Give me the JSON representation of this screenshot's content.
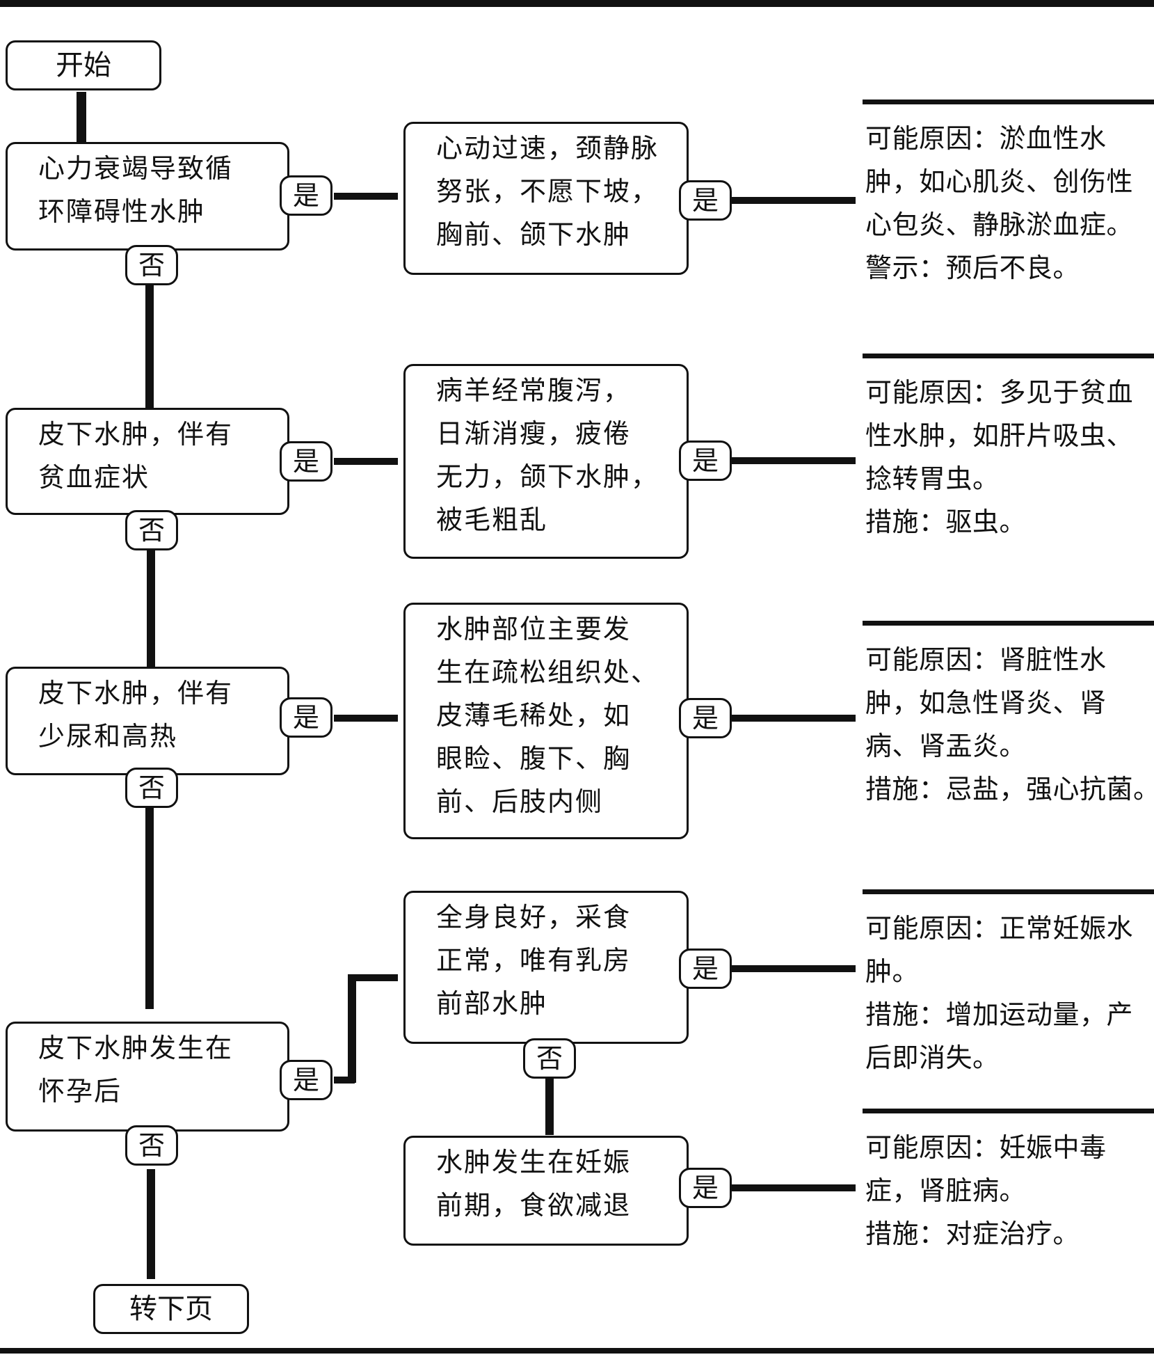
{
  "start": "开始",
  "end": "转下页",
  "yes": "是",
  "no": "否",
  "conditions": [
    {
      "lines": [
        "心力衰竭导致循",
        "环障碍性水肿"
      ]
    },
    {
      "lines": [
        "皮下水肿，伴有",
        "贫血症状"
      ]
    },
    {
      "lines": [
        "皮下水肿，伴有",
        "少尿和高热"
      ]
    },
    {
      "lines": [
        "皮下水肿发生在",
        "怀孕后"
      ]
    }
  ],
  "symptoms": [
    {
      "lines": [
        "心动过速，颈静脉",
        "努张，不愿下坡，",
        "胸前、颌下水肿"
      ]
    },
    {
      "lines": [
        "病羊经常腹泻，",
        "日渐消瘦，疲倦",
        "无力，颌下水肿，",
        "被毛粗乱"
      ]
    },
    {
      "lines": [
        "水肿部位主要发",
        "生在疏松组织处、",
        "皮薄毛稀处，如",
        "眼睑、腹下、胸",
        "前、后肢内侧"
      ]
    },
    {
      "lines": [
        "全身良好，采食",
        "正常，唯有乳房",
        "前部水肿"
      ]
    },
    {
      "lines": [
        "水肿发生在妊娠",
        "前期，食欲减退"
      ]
    }
  ],
  "results": [
    {
      "lines": [
        "可能原因：淤血性水",
        "肿，如心肌炎、创伤性",
        "心包炎、静脉淤血症。",
        "警示：预后不良。"
      ]
    },
    {
      "lines": [
        "可能原因：多见于贫血",
        "性水肿，如肝片吸虫、",
        "捻转胃虫。",
        "措施：驱虫。"
      ]
    },
    {
      "lines": [
        "可能原因：肾脏性水",
        "肿，如急性肾炎、肾",
        "病、肾盂炎。",
        "措施：忌盐，强心抗菌。"
      ]
    },
    {
      "lines": [
        "可能原因：正常妊娠水",
        "肿。",
        "措施：增加运动量，产",
        "后即消失。"
      ]
    },
    {
      "lines": [
        "可能原因：妊娠中毒",
        "症，肾脏病。",
        "措施：对症治疗。"
      ]
    }
  ]
}
